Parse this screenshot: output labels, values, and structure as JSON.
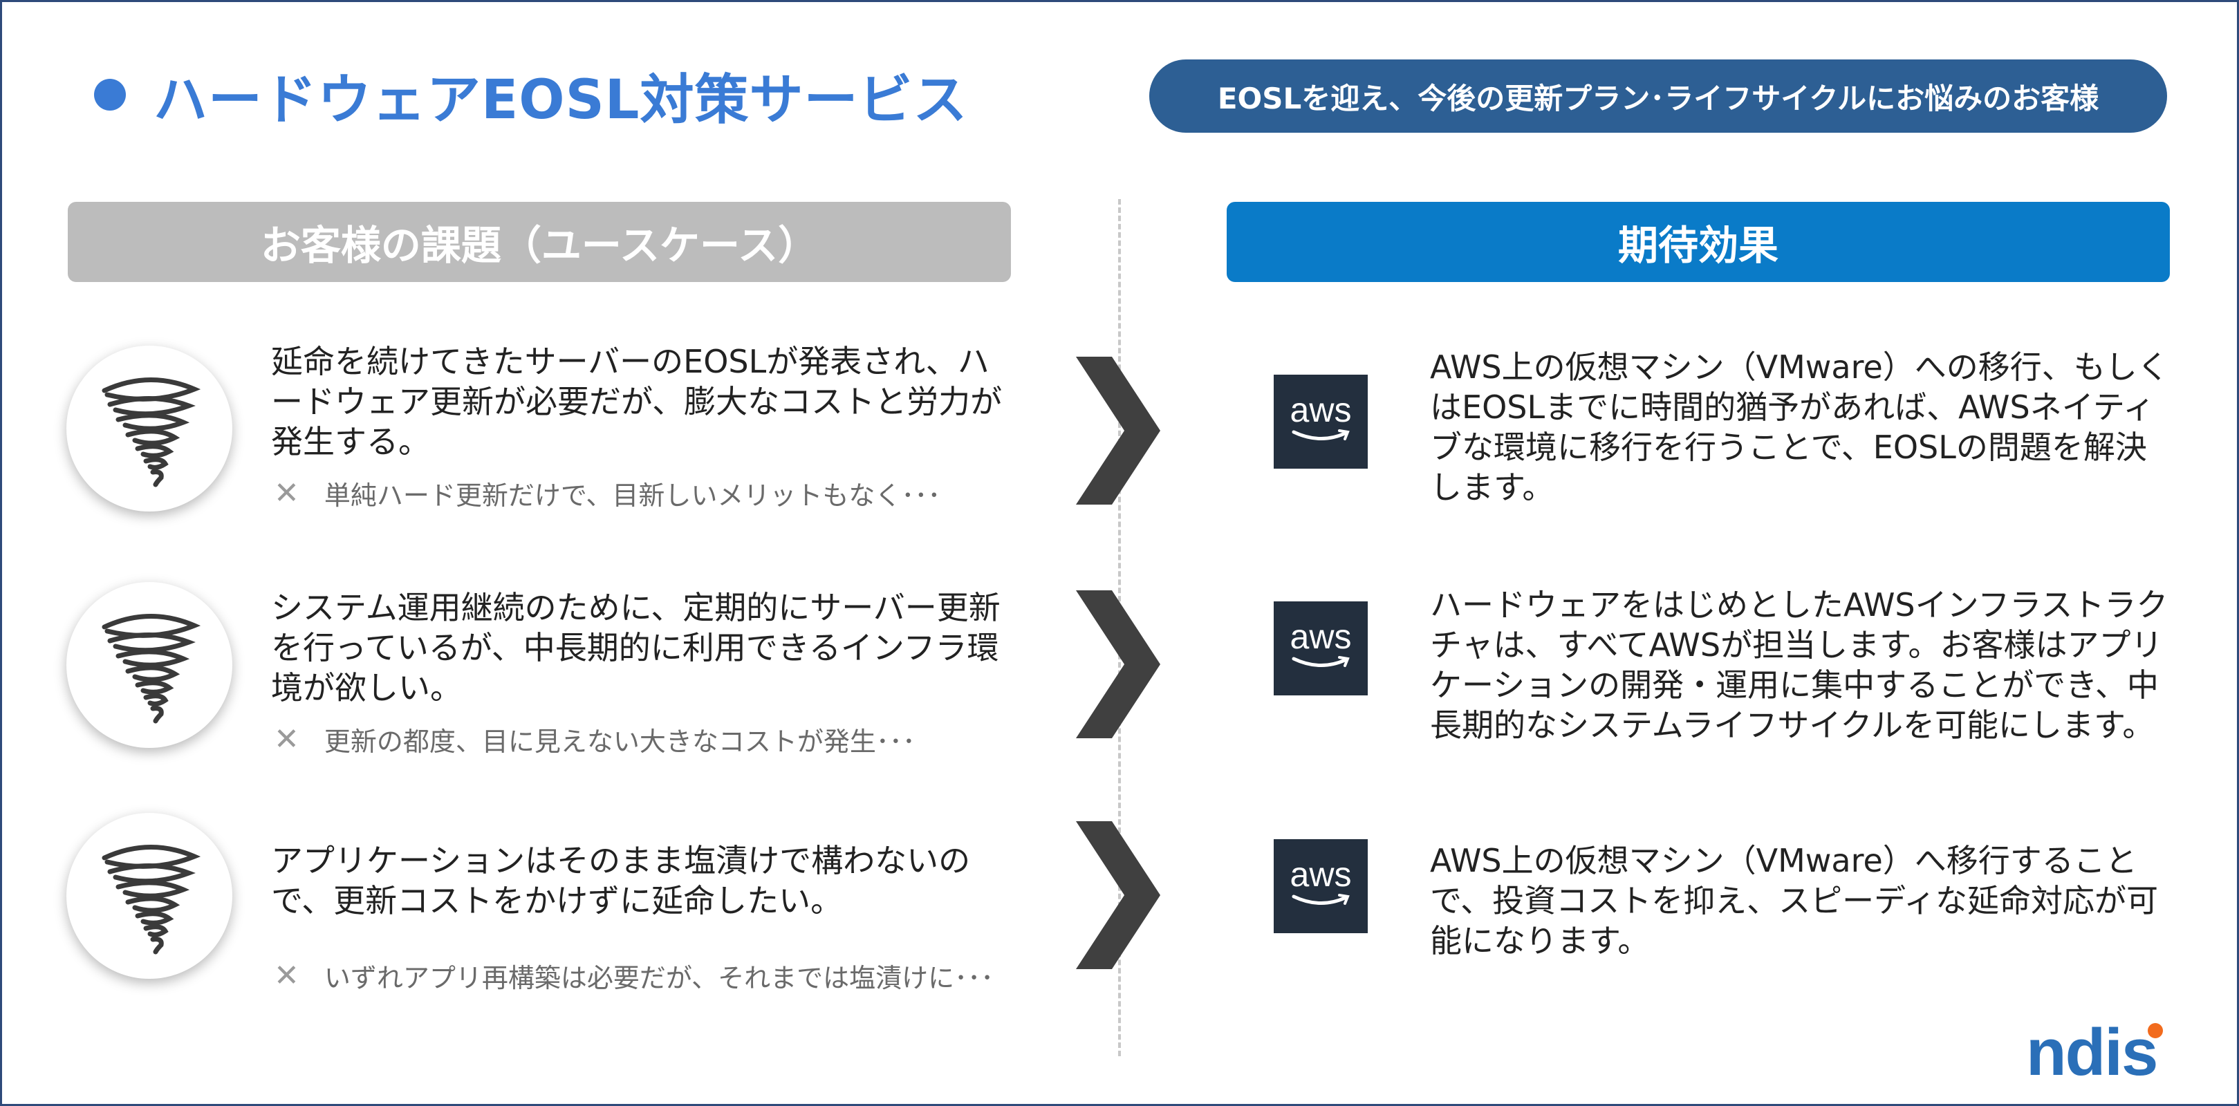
{
  "title": "ハードウェアEOSL対策サービス",
  "target_label": "EOSLを迎え、今後の更新プラン･ライフサイクルにお悩みのお客様",
  "columns": {
    "left_header": "お客様の課題（ユースケース）",
    "right_header": "期待効果"
  },
  "issues": [
    {
      "text": "延命を続けてきたサーバーのEOSLが発表され、ハードウェア更新が必要だが、膨大なコストと労力が発生する。",
      "note_mark": "✕",
      "note": "単純ハード更新だけで、目新しいメリットもなく･･･"
    },
    {
      "text": "システム運用継続のために、定期的にサーバー更新を行っているが、中長期的に利用できるインフラ環境が欲しい。",
      "note_mark": "✕",
      "note": "更新の都度、目に見えない大きなコストが発生･･･"
    },
    {
      "text": "アプリケーションはそのまま塩漬けで構わないので、更新コストをかけずに延命したい。",
      "note_mark": "✕",
      "note": "いずれアプリ再構築は必要だが、それまでは塩漬けに･･･"
    }
  ],
  "effects": [
    {
      "logo_text": "aws",
      "text": "AWS上の仮想マシン（VMware）への移行、もしくはEOSLまでに時間的猶予があれば、AWSネイティブな環境に移行を行うことで、EOSLの問題を解決します。"
    },
    {
      "logo_text": "aws",
      "text": "ハードウェアをはじめとしたAWSインフラストラクチャは、すべてAWSが担当します。お客様はアプリケーションの開発・運用に集中することができ、中長期的なシステムライフサイクルを可能にします。"
    },
    {
      "logo_text": "aws",
      "text": "AWS上の仮想マシン（VMware）へ移行することで、投資コストを抑え、スピーディな延命対応が可能になります。"
    }
  ],
  "brand": "ndis",
  "colors": {
    "title": "#3a7bd5",
    "target_pill": "#2d5f94",
    "left_header_bg": "#bcbcbc",
    "right_header_bg": "#0a7bc8",
    "chevron": "#404040",
    "aws_bg": "#232f3e",
    "aws_smile": "#ff9900",
    "brand": "#2a6fb8",
    "brand_dot": "#f26b1d"
  },
  "icons": {
    "issue": "tornado-icon",
    "arrow": "chevron-right-icon",
    "effect": "aws-logo"
  }
}
